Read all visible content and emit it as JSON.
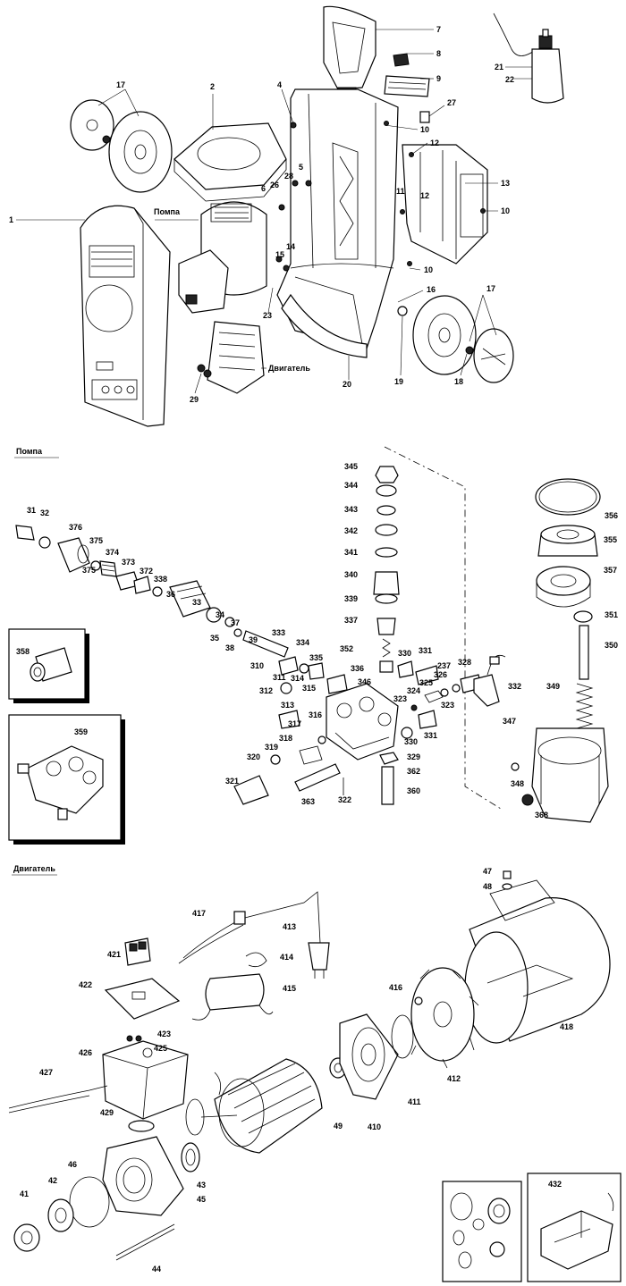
{
  "sections": {
    "pump_heading": "Помпа",
    "motor_heading": "Двигатель"
  },
  "overview_labels": {
    "label_1": "1",
    "label_2": "2",
    "label_4": "4",
    "label_5": "5",
    "label_6": "6",
    "label_7": "7",
    "label_8": "8",
    "label_9": "9",
    "label_10a": "10",
    "label_10b": "10",
    "label_10c": "10",
    "label_11": "11",
    "label_12a": "12",
    "label_12b": "12",
    "label_13": "13",
    "label_14": "14",
    "label_15": "15",
    "label_16": "16",
    "label_17a": "17",
    "label_17b": "17",
    "label_18": "18",
    "label_19": "19",
    "label_20": "20",
    "label_21": "21",
    "label_22": "22",
    "label_23": "23",
    "label_26": "26",
    "label_27": "27",
    "label_28": "28",
    "label_29": "29",
    "pump_callout": "Помпа",
    "motor_callout": "Двигатель"
  },
  "pump_labels": {
    "l31": "31",
    "l32": "32",
    "l376": "376",
    "l375a": "375",
    "l375b": "375",
    "l374": "374",
    "l373": "373",
    "l372": "372",
    "l338": "338",
    "l36": "36",
    "l33": "33",
    "l34": "34",
    "l35": "35",
    "l37": "37",
    "l38": "38",
    "l39": "39",
    "l310": "310",
    "l311": "311",
    "l312": "312",
    "l313": "313",
    "l314": "314",
    "l315": "315",
    "l316": "316",
    "l317": "317",
    "l318": "318",
    "l319": "319",
    "l320": "320",
    "l321": "321",
    "l322": "322",
    "l363": "363",
    "l333": "333",
    "l334": "334",
    "l335": "335",
    "l336": "336",
    "l346": "346",
    "l352": "352",
    "l337": "337",
    "l339": "339",
    "l340": "340",
    "l341": "341",
    "l342": "342",
    "l343": "343",
    "l344": "344",
    "l345": "345",
    "l330a": "330",
    "l330b": "330",
    "l331a": "331",
    "l331b": "331",
    "l323a": "323",
    "l323b": "323",
    "l324": "324",
    "l325": "325",
    "l326": "326",
    "l237": "237",
    "l328": "328",
    "l329": "329",
    "l332": "332",
    "l362": "362",
    "l360": "360",
    "l356": "356",
    "l355": "355",
    "l357": "357",
    "l351": "351",
    "l350": "350",
    "l349": "349",
    "l347": "347",
    "l348": "348",
    "l368": "368",
    "l358": "358",
    "l359": "359"
  },
  "motor_labels": {
    "l47": "47",
    "l48": "48",
    "l417": "417",
    "l413": "413",
    "l414": "414",
    "l415": "415",
    "l421": "421",
    "l422": "422",
    "l423": "423",
    "l425": "425",
    "l426": "426",
    "l427": "427",
    "l429": "429",
    "l416": "416",
    "l418": "418",
    "l412": "412",
    "l411": "411",
    "l410": "410",
    "l49": "49",
    "l43": "43",
    "l45": "45",
    "l46": "46",
    "l41": "41",
    "l42": "42",
    "l44": "44",
    "l432": "432"
  }
}
